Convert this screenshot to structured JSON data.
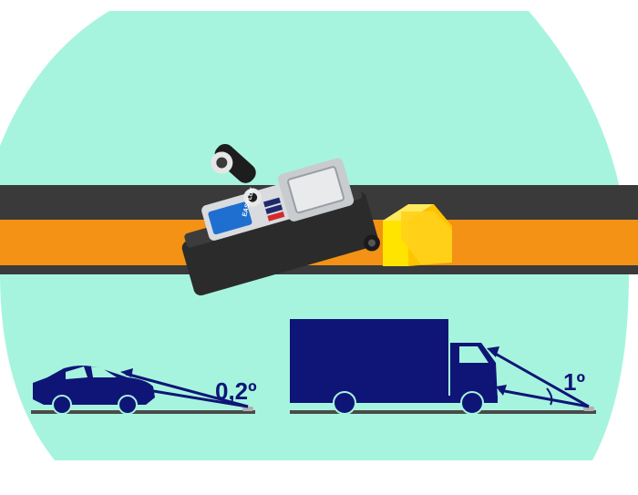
{
  "device": {
    "brand": "EASYLUX"
  },
  "scenes": [
    {
      "vehicle": "car",
      "angle_label": "0,2º"
    },
    {
      "vehicle": "truck",
      "angle_label": "1º"
    }
  ],
  "colors": {
    "background_circle": "#a7f4de",
    "road_dark": "#3a3a3a",
    "road_orange": "#f39214",
    "vehicle": "#0e1577",
    "ground": "#4a4a4a",
    "reflector_yellow": "#ffe400",
    "device_blue": "#1e6fd0"
  },
  "icons": [
    "car-icon",
    "truck-icon",
    "retroreflectometer-device",
    "road-marker-reflector"
  ]
}
